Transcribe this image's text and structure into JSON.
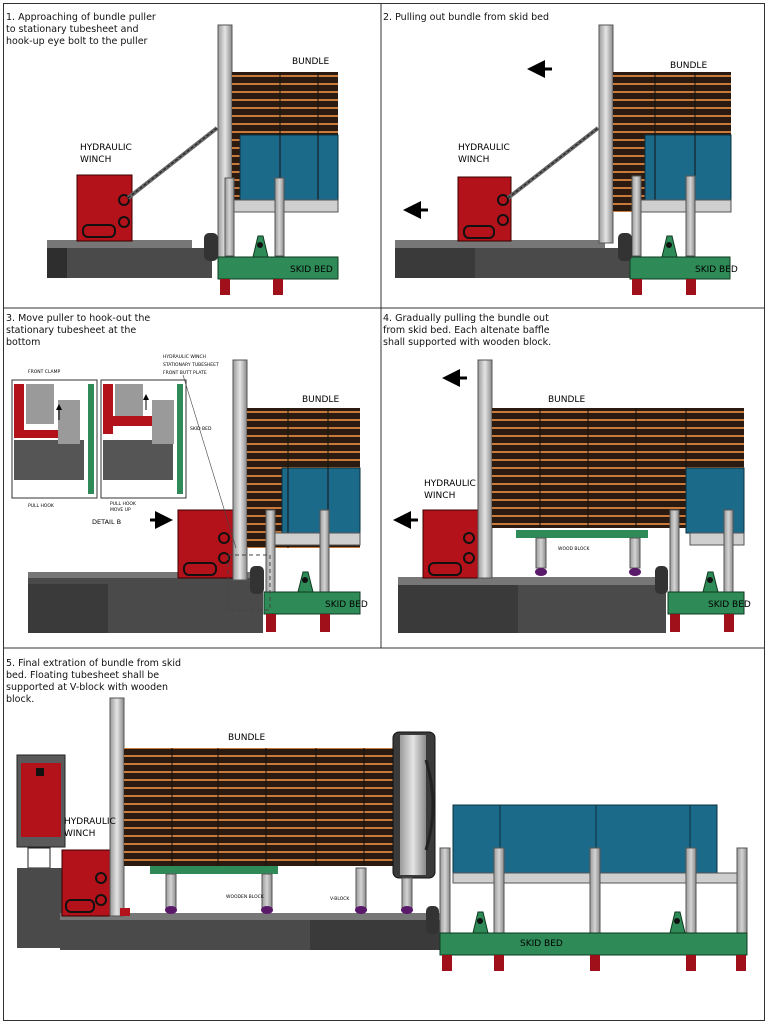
{
  "panels": [
    {
      "step": "1.",
      "caption": "Approaching of bundle puller to stationary tubesheet and hook-up eye bolt to the puller"
    },
    {
      "step": "2.",
      "caption": "Pulling out bundle from skid bed"
    },
    {
      "step": "3.",
      "caption": "Move puller to hook-out the stationary tubesheet at the bottom"
    },
    {
      "step": "4.",
      "caption": "Gradually pulling the bundle out from skid bed. Each altenate baffle shall supported with wooden block."
    },
    {
      "step": "5.",
      "caption": "Final extration of bundle from skid bed. Floating tubesheet shall be supported at V-block with wooden block."
    }
  ],
  "labels": {
    "bundle": "BUNDLE",
    "hydraulic": "HYDRAULIC",
    "winch": "WINCH",
    "skid_bed": "SKID BED",
    "wood_block": "WOOD BLOCK",
    "wooden_block": "WOODEN BLOCK",
    "v_block": "V-BLOCK"
  },
  "detail": {
    "title": "DETAIL B",
    "hydraulic_winch": "HYDRAULIC WINCH",
    "stationary_tubesheet": "STATIONARY TUBESHEET",
    "front_butt_plate": "FRONT BUTT PLATE",
    "front_clamp": "FRONT CLAMP",
    "skid_bed": "SKID BED",
    "pull_hook": "PULL HOOK",
    "pull_hook_move": "PULL HOOK",
    "move_up": "MOVE UP"
  },
  "colors": {
    "winch_red": "#b3121a",
    "skid_green": "#2e8b57",
    "shell_blue": "#1c6a8a",
    "tube_copper": "#c87a3c",
    "tube_dark": "#2a1a10",
    "tubesheet_grey": "#c8c8c8",
    "base_grey": "#4a4a4a",
    "leg_red": "#a0101a",
    "saddle_purple": "#5a1a6a"
  }
}
